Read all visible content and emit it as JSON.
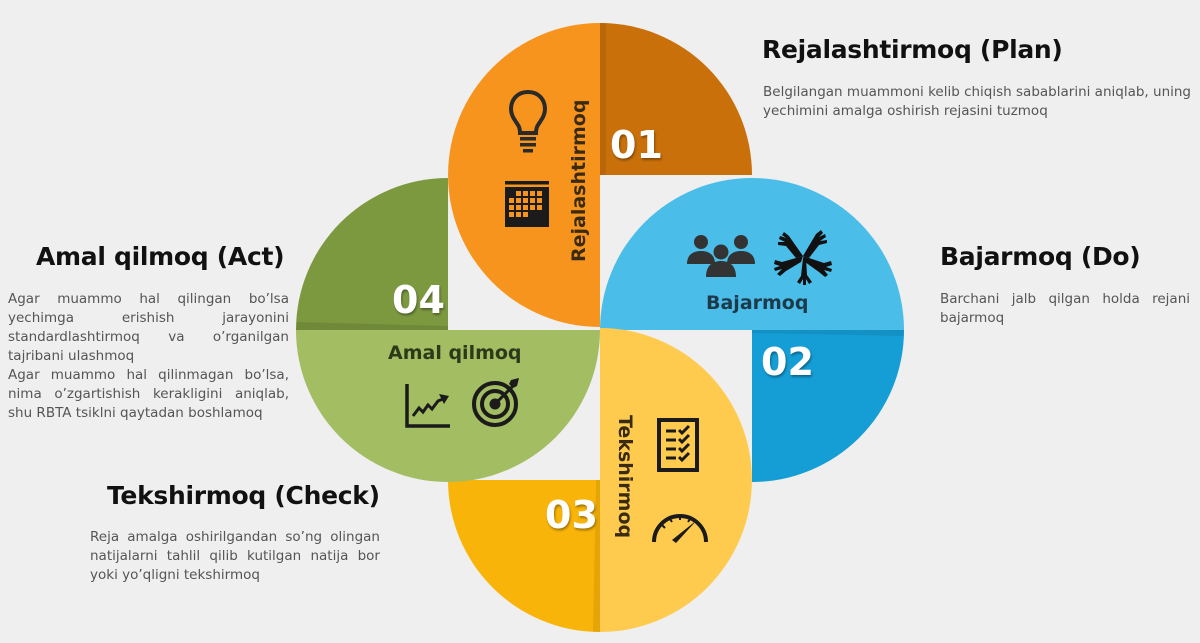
{
  "colors": {
    "background": "#efefef",
    "plan_light": "#f7941d",
    "plan_dark": "#c9700a",
    "do_light": "#4bbde9",
    "do_dark": "#159ed6",
    "check_light": "#fecb4f",
    "check_dark": "#f9b409",
    "act_light": "#a3bd62",
    "act_dark": "#7c9940",
    "icon_dark": "#1b1b1b",
    "label_dark": "#2a2a2a"
  },
  "diagram": {
    "type": "PDCA cycle",
    "steps": [
      {
        "number": "01",
        "segment_label": "Rejalashtirmoq",
        "title": "Rejalashtirmoq (Plan)",
        "description": [
          "Belgilangan muammoni kelib chiqish sabablarini aniqlab, uning yechimini amalga oshirish rejasini tuzmoq"
        ],
        "icons": [
          "lightbulb-icon",
          "calendar-icon"
        ]
      },
      {
        "number": "02",
        "segment_label": "Bajarmoq",
        "title": "Bajarmoq (Do)",
        "description": [
          "Barchani jalb qilgan holda rejani bajarmoq"
        ],
        "icons": [
          "team-icon",
          "hands-together-icon"
        ]
      },
      {
        "number": "03",
        "segment_label": "Tekshirmoq",
        "title": "Tekshirmoq (Check)",
        "description": [
          "Reja amalga oshirilgandan so’ng olingan natijalarni tahlil qilib kutilgan natija bor yoki yo’qligni tekshirmoq"
        ],
        "icons": [
          "checklist-icon",
          "gauge-icon"
        ]
      },
      {
        "number": "04",
        "segment_label": "Amal qilmoq",
        "title": "Amal qilmoq (Act)",
        "description": [
          "Agar muammo hal qilingan bo’lsa yechimga erishish jarayonini standardlashtirmoq va o’rganilgan tajribani ulashmoq",
          "Agar muammo hal qilinmagan bo’lsa, nima o’zgartishish kerakligini aniqlab, shu RBTA tsiklni qaytadan boshlamoq"
        ],
        "icons": [
          "growth-chart-icon",
          "target-icon"
        ]
      }
    ]
  }
}
